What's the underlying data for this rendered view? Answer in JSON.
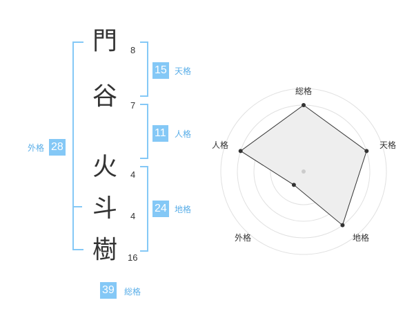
{
  "name": {
    "chars": [
      {
        "char": "門",
        "strokes": "8"
      },
      {
        "char": "谷",
        "strokes": "7"
      },
      {
        "char": "火",
        "strokes": "4"
      },
      {
        "char": "斗",
        "strokes": "4"
      },
      {
        "char": "樹",
        "strokes": "16"
      }
    ]
  },
  "kaku": {
    "tenkaku": {
      "value": "15",
      "label": "天格"
    },
    "jinkaku": {
      "value": "11",
      "label": "人格"
    },
    "chikaku": {
      "value": "24",
      "label": "地格"
    },
    "gaikaku": {
      "value": "28",
      "label": "外格"
    },
    "soukaku": {
      "value": "39",
      "label": "総格"
    }
  },
  "colors": {
    "accent": "#84c8f6",
    "label_accent": "#5aaee8",
    "text": "#333333",
    "radar_fill": "#eeeeee"
  },
  "chart_data": {
    "type": "radar",
    "axes": [
      "総格",
      "天格",
      "地格",
      "外格",
      "人格"
    ],
    "values": [
      4,
      4,
      4,
      1,
      4
    ],
    "scale_max": 5,
    "rings": 5,
    "grid": true
  }
}
